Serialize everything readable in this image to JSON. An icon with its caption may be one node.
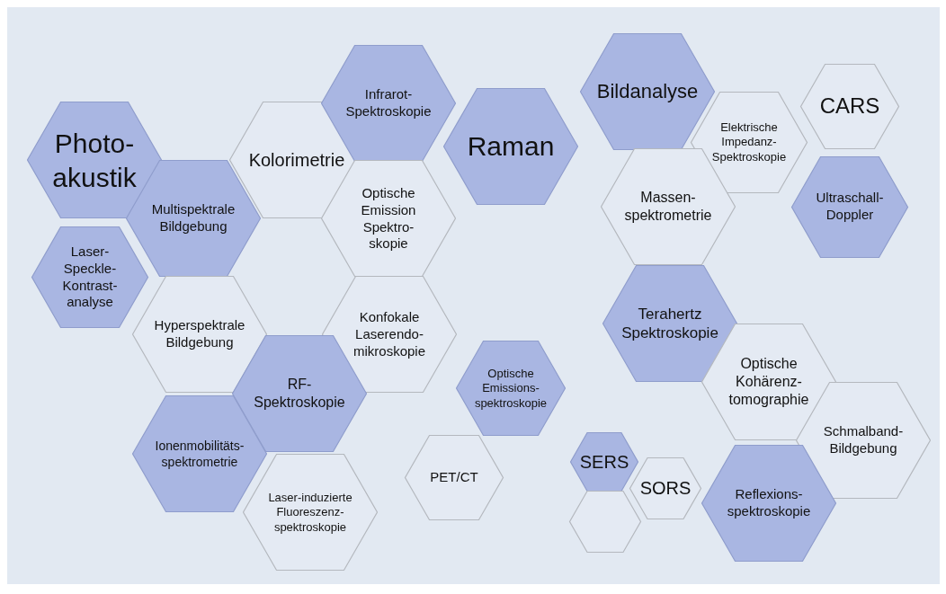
{
  "diagram": {
    "nodes": [
      {
        "text": [
          "Photo-akustik"
        ]
      },
      {
        "text": [
          "Kolorimetrie"
        ]
      },
      {
        "text": [
          "Infrarot-Spektroskopie"
        ]
      },
      {
        "text": [
          "Raman"
        ]
      },
      {
        "text": [
          "Bildanalyse"
        ]
      },
      {
        "text": [
          "Elektrische Impedanz-Spektroskopie"
        ]
      },
      {
        "text": [
          "CARS"
        ]
      },
      {
        "text": [
          "Ultraschall-Doppler"
        ]
      },
      {
        "text": [
          "Multispektrale Bildgebung"
        ]
      },
      {
        "text": [
          "Optische Emission Spektro-skopie"
        ]
      },
      {
        "text": [
          "Massen-spektrometrie"
        ]
      },
      {
        "text": [
          "Laser-Speckle-Kontrast-analyse"
        ]
      },
      {
        "text": [
          "Hyperspektrale Bildgebung"
        ]
      },
      {
        "text": [
          "Konfokale Laserendo-mikroskopie"
        ]
      },
      {
        "text": [
          "Terahertz Spektroskopie"
        ]
      },
      {
        "text": [
          "RF-Spektroskopie"
        ]
      },
      {
        "text": [
          "Optische Emissions-spektroskopie"
        ]
      },
      {
        "text": [
          "Optische Kohärenz-tomographie"
        ]
      },
      {
        "text": [
          "Ionenmobilitäts-spektrometrie"
        ]
      },
      {
        "text": [
          "Schmalband-Bildgebung"
        ]
      },
      {
        "text": [
          "Laser-induzierte Fluoreszenz-spektroskopie"
        ]
      },
      {
        "text": [
          "PET/CT"
        ]
      },
      {
        "text": [
          "SERS"
        ]
      },
      {
        "text": [
          "SORS"
        ]
      },
      {
        "text": [
          "Reflexions-spektroskopie"
        ]
      },
      {
        "text": [],
        "shape": "hexagon"
      }
    ]
  }
}
